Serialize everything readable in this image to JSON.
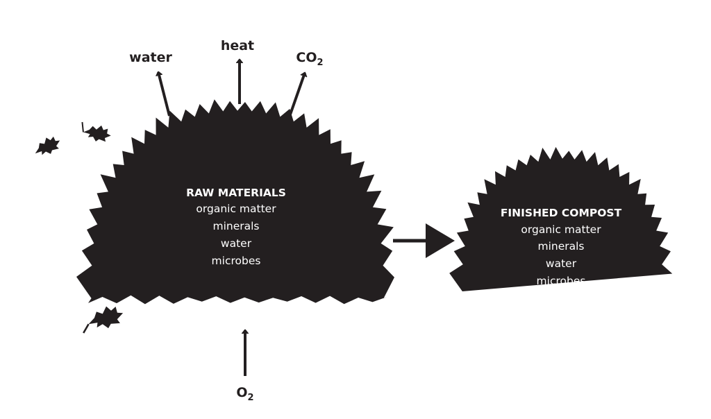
{
  "colors": {
    "ink": "#231f20",
    "text_on_pile": "#ffffff",
    "background": "#ffffff"
  },
  "outputs": {
    "water": "water",
    "heat": "heat",
    "co2_base": "CO",
    "co2_sub": "2"
  },
  "input": {
    "o2_base": "O",
    "o2_sub": "2"
  },
  "raw_pile": {
    "title": "RAW MATERIALS",
    "items": [
      "organic matter",
      "minerals",
      "water",
      "microbes"
    ]
  },
  "finished_pile": {
    "title": "FINISHED COMPOST",
    "items": [
      "organic matter",
      "minerals",
      "water",
      "microbes"
    ]
  },
  "icons": [
    "leaf-icon",
    "leaf-icon",
    "leaf-icon",
    "arrow-right-icon"
  ]
}
